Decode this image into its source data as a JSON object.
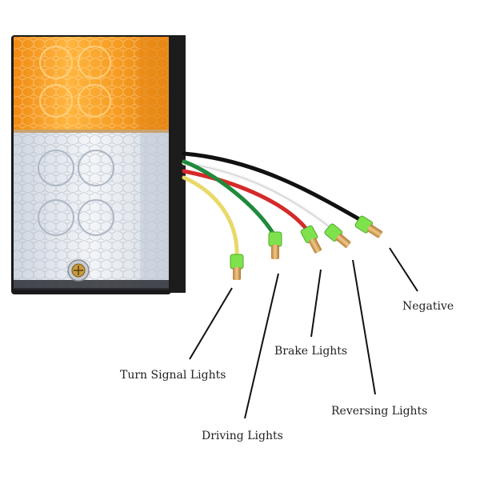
{
  "labels": {
    "turn_signal": "Turn Signal Lights",
    "driving": "Driving Lights",
    "brake": "Brake Lights",
    "reversing": "Reversing Lights",
    "negative": "Negative"
  },
  "colors": {
    "amber_lens": "#f5a023",
    "clear_lens": "#e8ecf2",
    "housing": "#1c1c1c",
    "wire_black": "#111111",
    "wire_white": "#f4f4f4",
    "wire_red": "#d42a2a",
    "wire_green": "#1f8a3c",
    "wire_yellow": "#e9d86a",
    "connector_green": "#7ee24c",
    "pin_brass": "#d9a75a"
  },
  "icons": [
    "tail-light-lamp",
    "screw-icon",
    "wire-connector-icon"
  ]
}
